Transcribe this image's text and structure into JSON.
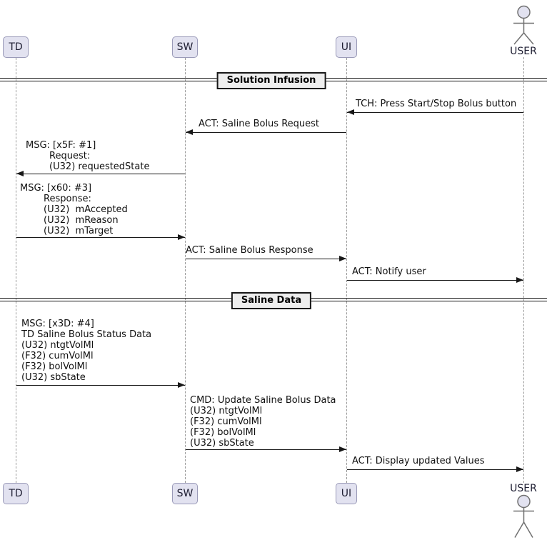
{
  "participants": [
    {
      "label": "TD"
    },
    {
      "label": "SW"
    },
    {
      "label": "UI"
    }
  ],
  "actor": {
    "label": "USER"
  },
  "dividers": [
    {
      "label": "Solution Infusion"
    },
    {
      "label": "Saline Data"
    }
  ],
  "messages": [
    {
      "label": "TCH: Press Start/Stop Bolus button",
      "from": "USER",
      "to": "UI",
      "direction": "left"
    },
    {
      "label": "ACT: Saline Bolus Request",
      "from": "UI",
      "to": "SW",
      "direction": "left"
    },
    {
      "label": "MSG: [x5F: #1]\n        Request:\n        (U32) requestedState",
      "from": "SW",
      "to": "TD",
      "direction": "left"
    },
    {
      "label": "MSG: [x60: #3]\n        Response:\n        (U32)  mAccepted\n        (U32)  mReason\n        (U32)  mTarget",
      "from": "TD",
      "to": "SW",
      "direction": "right"
    },
    {
      "label": "ACT: Saline Bolus Response",
      "from": "SW",
      "to": "UI",
      "direction": "right"
    },
    {
      "label": "ACT: Notify user",
      "from": "UI",
      "to": "USER",
      "direction": "right"
    },
    {
      "label": "MSG: [x3D: #4]\nTD Saline Bolus Status Data\n(U32) ntgtVolMl\n(F32) cumVolMl\n(F32) bolVolMl\n(U32) sbState",
      "from": "TD",
      "to": "SW",
      "direction": "right"
    },
    {
      "label": "CMD: Update Saline Bolus Data\n(U32) ntgtVolMl\n(F32) cumVolMl\n(F32) bolVolMl\n(U32) sbState",
      "from": "SW",
      "to": "UI",
      "direction": "right"
    },
    {
      "label": "ACT: Display updated Values",
      "from": "UI",
      "to": "USER",
      "direction": "right"
    }
  ],
  "colors": {
    "participant_fill": "#E2E2F0",
    "participant_border": "#9A9AB8",
    "divider_fill": "#EEEEEE",
    "line": "#181818",
    "lifeline": "#999999",
    "background": "#FFFFFF"
  }
}
